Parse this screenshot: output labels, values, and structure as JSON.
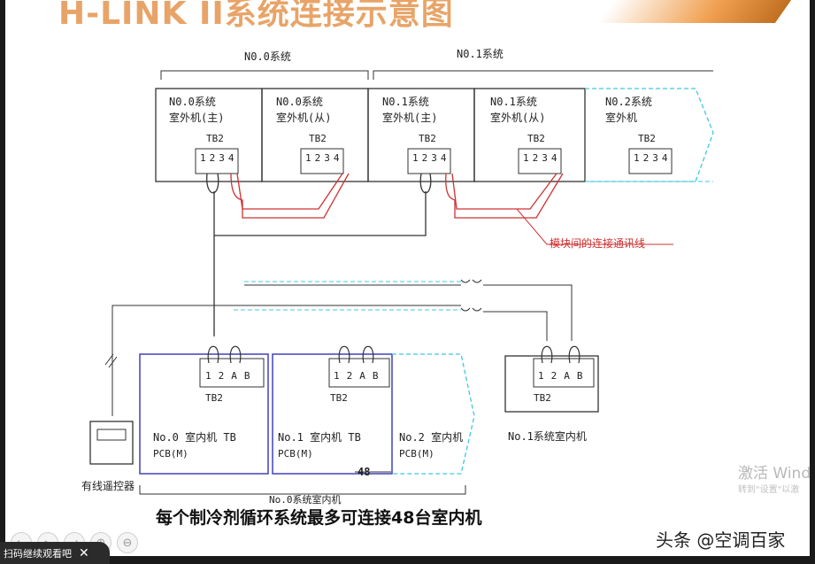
{
  "title": "H-LINK II系统连接示意图",
  "groups": {
    "system0": "N0.0系统",
    "system1": "N0.1系统"
  },
  "outdoor_units": [
    {
      "line1": "N0.0系统",
      "line2": "室外机(主)",
      "tb": "TB2"
    },
    {
      "line1": "N0.0系统",
      "line2": "室外机(从)",
      "tb": "TB2"
    },
    {
      "line1": "N0.1系统",
      "line2": "室外机(主)",
      "tb": "TB2"
    },
    {
      "line1": "N0.1系统",
      "line2": "室外机(从)",
      "tb": "TB2"
    },
    {
      "line1": "N0.2系统",
      "line2": "室外机",
      "tb": "TB2"
    }
  ],
  "terminals": {
    "outdoor": [
      "1",
      "2",
      "3",
      "4"
    ],
    "indoor": [
      "1",
      "2",
      "A",
      "B"
    ]
  },
  "red_annotation": "模块间的连接通讯线",
  "indoor_units": [
    {
      "tb": "TB2",
      "line1": "No.0 室内机 TB",
      "line2": "PCB(M)"
    },
    {
      "tb": "TB2",
      "line1": "No.1 室内机 TB",
      "line2": "PCB(M)"
    },
    {
      "line1": "No.2 室内机",
      "line2": "PCB(M)"
    }
  ],
  "count_badge": "48",
  "system1_indoor": {
    "tb": "TB2",
    "label": "No.1系统室内机"
  },
  "remote_label": "有线遥控器",
  "system0_indoor_label": "No.0系统室内机",
  "caption": "每个制冷剂循环系统最多可连接48台室内机",
  "watermark": {
    "line1": "激活 Wind",
    "line2": "转到\"设置\"以激"
  },
  "brand": "头条 @空调百家",
  "scan_text": "扫码继续观看吧",
  "scan_close": "✕",
  "toolbar_icons": [
    "prev-icon",
    "play-icon",
    "next-icon",
    "zoom-in-icon",
    "zoom-out-icon"
  ],
  "toolbar_glyphs": [
    "←",
    "▸",
    "→",
    "⊕",
    "⊖"
  ],
  "colors": {
    "red": "#d03030",
    "cyan": "#40c8e0",
    "blue": "#4040c0",
    "title": "#e8a468"
  }
}
